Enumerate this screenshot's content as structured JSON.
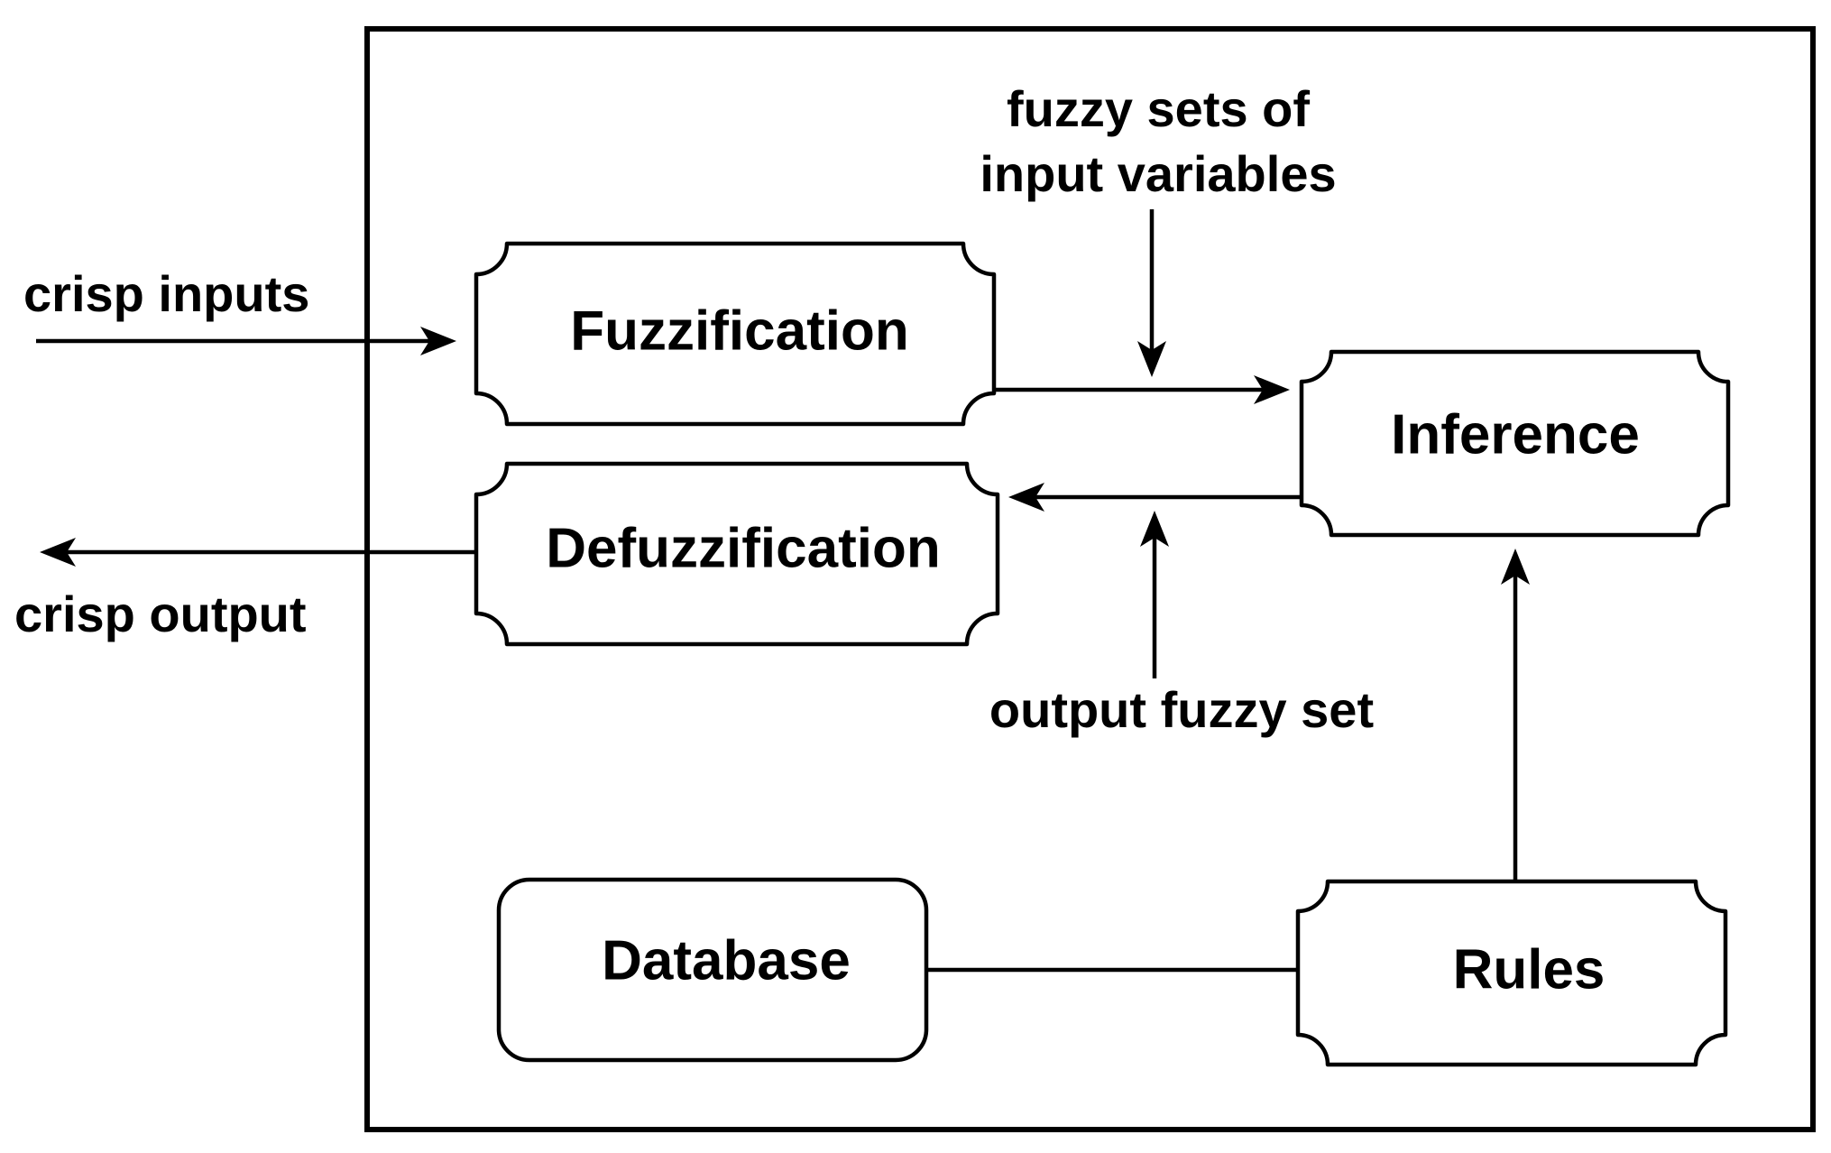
{
  "blocks": {
    "fuzzification": "Fuzzification",
    "defuzzification": "Defuzzification",
    "inference": "Inference",
    "database": "Database",
    "rules": "Rules"
  },
  "labels": {
    "crisp_inputs": "crisp inputs",
    "crisp_output": "crisp output",
    "fuzzy_sets_line1": "fuzzy sets of",
    "fuzzy_sets_line2": "input variables",
    "output_fuzzy_set": "output fuzzy set"
  }
}
